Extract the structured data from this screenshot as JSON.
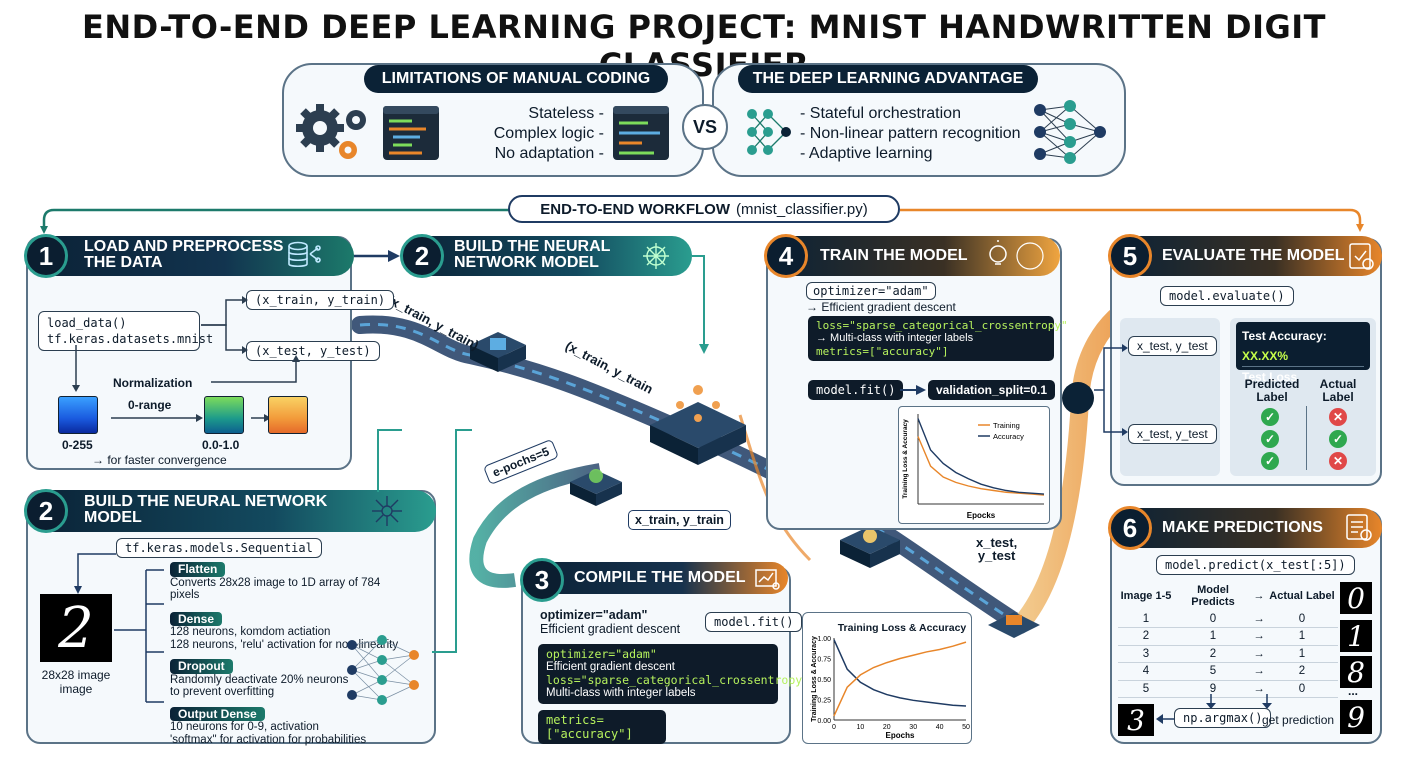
{
  "title": "END-TO-END DEEP LEARNING PROJECT: MNIST HANDWRITTEN DIGIT CLASSIFIER",
  "comparison": {
    "left_title": "LIMITATIONS OF MANUAL CODING",
    "left_items": [
      "Stateless -",
      "Complex logic -",
      "No adaptation -"
    ],
    "vs": "VS",
    "right_title": "THE DEEP LEARNING ADVANTAGE",
    "right_items": [
      "- Stateful orchestration",
      "- Non-linear pattern recognition",
      "- Adaptive learning"
    ]
  },
  "workflow": {
    "label_bold": "END-TO-END WORKFLOW",
    "label_file": "(mnist_classifier.py)"
  },
  "flow_labels": {
    "xy_train_1": "(x_train, y_train)",
    "xy_train_2": "(x_train, y_train",
    "epochs": "e-pochs=5",
    "x_train_y_train": "x_train, y_train",
    "x_test": "x_test,",
    "y_test": "y_test"
  },
  "step1": {
    "num": "1",
    "title_line1": "LOAD AND PREPROCESS",
    "title_line2": "THE DATA",
    "load_data": "load_data()",
    "dataset": "tf.keras.datasets.mnist",
    "train_tuple": "(x_train, y_train)",
    "test_tuple": "(x_test, y_test)",
    "normalization": "Normalization",
    "range_label": "0-range",
    "from_range": "0-255",
    "to_range": "0.0-1.0",
    "convergence": "→ for faster convergence"
  },
  "step2_top": {
    "num": "2",
    "title_line1": "BUILD THE NEURAL",
    "title_line2": "NETWORK MODEL"
  },
  "step2": {
    "num": "2",
    "title_line1": "BUILD THE NEURAL NETWORK",
    "title_line2": "MODEL",
    "sequential": "tf.keras.models.Sequential",
    "image_caption_line1": "28x28 image",
    "image_caption_line2": "image",
    "digit": "2",
    "layers": [
      {
        "name": "Flatten",
        "desc": [
          "Converts 28x28 image to 1D array of 784 pixels"
        ]
      },
      {
        "name": "Dense",
        "desc": [
          "128 neurons, komdom actiation",
          "128 neurons, 'relu' activation for non-linearity"
        ]
      },
      {
        "name": "Dropout",
        "desc": [
          "Randomly deactivate 20% neurons",
          "to prevent overfitting"
        ]
      },
      {
        "name": "Output Dense",
        "desc": [
          "10 neurons for 0-9, activation",
          "'softmax\" for activation for probabilities"
        ]
      }
    ]
  },
  "step3": {
    "num": "3",
    "title": "COMPILE THE MODEL",
    "optimizer": "optimizer=\"adam\"",
    "optimizer_desc": "Efficient gradient descent",
    "fit": "model.fit()",
    "code_lines": [
      "optimizer=\"adam\"",
      " Efficient gradient descent",
      "loss=\"sparse_categorical_crossentropy\"",
      " Multi-class with integer labels"
    ],
    "metrics": "metrics=[\"accuracy\"]"
  },
  "step3_chart": {
    "title": "Training Loss & Accuracy",
    "ylabel": "Training Loss & Accuracy",
    "xlabel": "Epochs",
    "yticks": [
      "1.00",
      "0.75",
      "0.50",
      "0.25",
      "0.00"
    ],
    "xticks": [
      "0",
      "10",
      "20",
      "30",
      "40",
      "50"
    ]
  },
  "step4": {
    "num": "4",
    "title": "TRAIN THE MODEL",
    "optimizer": "optimizer=\"adam\"",
    "optimizer_desc": "→ Efficient gradient descent",
    "loss": "loss=\"sparse_categorical_crossentropy\"",
    "loss_desc": "→ Multi-class with integer labels",
    "metrics": "metrics=[\"accuracy\"]",
    "fit": "model.fit()",
    "validation": "validation_split=0.1",
    "chart_ylabel": "Training Loss & Accuracy",
    "chart_xlabel": "Epocks",
    "legend_training": "Training",
    "legend_accuracy": "Accuracy"
  },
  "step5": {
    "num": "5",
    "title": "EVALUATE THE MODEL",
    "evaluate": "model.evaluate()",
    "input1": "x_test, y_test",
    "input2": "x_test, y_test",
    "accuracy_label": "Test Accuracy:",
    "accuracy_value": "XX.XX%",
    "loss_label": "Test Loss",
    "pred_header_line1": "Predicted",
    "pred_header_line2": "Label",
    "actual_header_line1": "Actual",
    "actual_header_line2": "Label"
  },
  "step6": {
    "num": "6",
    "title": "MAKE PREDICTIONS",
    "predict": "model.predict(x_test[:5])",
    "col_image": "Image 1-5",
    "col_model": "Model Predicts",
    "col_arrow": "→",
    "col_actual": "Actual Label",
    "rows": [
      [
        "1",
        "0",
        "→",
        "0"
      ],
      [
        "2",
        "1",
        "→",
        "1"
      ],
      [
        "3",
        "2",
        "→",
        "1"
      ],
      [
        "4",
        "5",
        "→",
        "2"
      ],
      [
        "5",
        "9",
        "→",
        "0"
      ]
    ],
    "argmax": "np.argmax()",
    "get_prediction": "get prediction",
    "digits": [
      "0",
      "1",
      "8",
      "9"
    ],
    "left_digit": "3",
    "ellipsis": "..."
  },
  "chart_data": [
    {
      "type": "line",
      "title": "Training Loss & Accuracy",
      "xlabel": "Epochs",
      "ylabel": "Training Loss & Accuracy",
      "xlim": [
        0,
        50
      ],
      "ylim": [
        0,
        1
      ],
      "x": [
        0,
        5,
        10,
        15,
        20,
        25,
        30,
        35,
        40,
        45,
        50
      ],
      "series": [
        {
          "color": "#1f3b63",
          "values": [
            0.98,
            0.62,
            0.46,
            0.37,
            0.31,
            0.27,
            0.24,
            0.22,
            0.2,
            0.18,
            0.17
          ]
        },
        {
          "color": "#e8862a",
          "values": [
            0.05,
            0.4,
            0.55,
            0.64,
            0.7,
            0.75,
            0.79,
            0.83,
            0.86,
            0.9,
            0.95
          ]
        }
      ]
    },
    {
      "type": "line",
      "xlabel": "Epocks",
      "ylabel": "Training Loss & Accuracy",
      "ylim": [
        0,
        1
      ],
      "x": [
        0,
        1,
        2,
        3,
        4,
        5,
        6,
        7,
        8,
        9,
        10
      ],
      "series": [
        {
          "name": "Training",
          "color": "#e8862a",
          "values": [
            0.75,
            0.42,
            0.3,
            0.24,
            0.2,
            0.17,
            0.15,
            0.13,
            0.12,
            0.11,
            0.1
          ]
        },
        {
          "name": "Accuracy",
          "color": "#1f3b63",
          "values": [
            0.95,
            0.6,
            0.45,
            0.35,
            0.28,
            0.22,
            0.18,
            0.15,
            0.13,
            0.12,
            0.11
          ]
        }
      ]
    }
  ],
  "colors": {
    "dark_navy": "#0b1e30",
    "teal": "#2a9d8f",
    "orange": "#e8862a",
    "green": "#7ddc5b"
  }
}
